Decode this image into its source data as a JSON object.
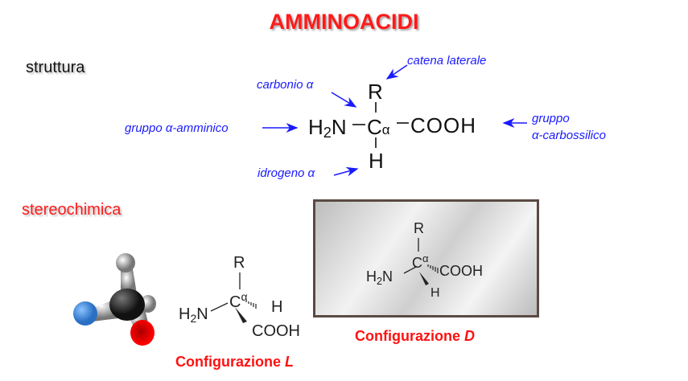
{
  "title": "AMMINOACIDI",
  "sections": {
    "structure": "struttura",
    "stereo": "stereochimica"
  },
  "labels": {
    "side_chain": "catena laterale",
    "alpha_carbon": "carbonio α",
    "amino_group": "gruppo α-amminico",
    "carboxyl_line1": "gruppo",
    "carboxyl_line2": "α-carbossilico",
    "alpha_hydrogen": "idrogeno α"
  },
  "formula": {
    "R": "R",
    "H": "H",
    "N": "N",
    "C": "C",
    "alpha": "α",
    "COOH": "COOH",
    "sub2": "2"
  },
  "configs": {
    "L_prefix": "Configurazione ",
    "L_letter": "L",
    "D_prefix": "Configurazione ",
    "D_letter": "D"
  },
  "colors": {
    "title": "#ff1a1a",
    "labels": "#1a1aff"
  }
}
